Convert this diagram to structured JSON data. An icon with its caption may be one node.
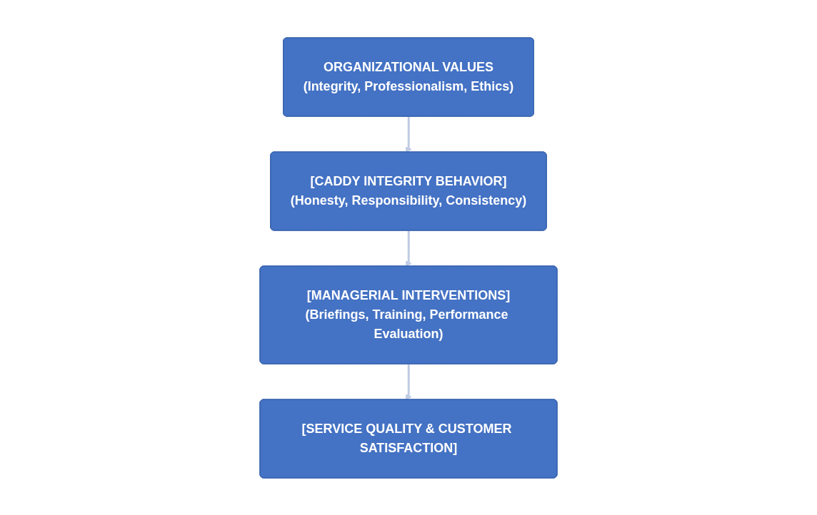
{
  "diagram": {
    "nodes": [
      {
        "text": [
          "ORGANIZATIONAL VALUES",
          "(Integrity, Professionalism, Ethics)"
        ]
      },
      {
        "text": [
          "[CADDY INTEGRITY BEHAVIOR]",
          "(Honesty, Responsibility, Consistency)"
        ]
      },
      {
        "text": [
          "[MANAGERIAL INTERVENTIONS]",
          "(Briefings, Training, Performance Evaluation)"
        ]
      },
      {
        "text": [
          "[SERVICE QUALITY & CUSTOMER SATISFACTION]"
        ]
      }
    ],
    "edges": [
      {
        "from": 0,
        "to": 1,
        "arrow": "to"
      },
      {
        "from": 1,
        "to": 2,
        "arrow": "to"
      },
      {
        "from": 2,
        "to": 3,
        "arrow": "to"
      }
    ]
  }
}
